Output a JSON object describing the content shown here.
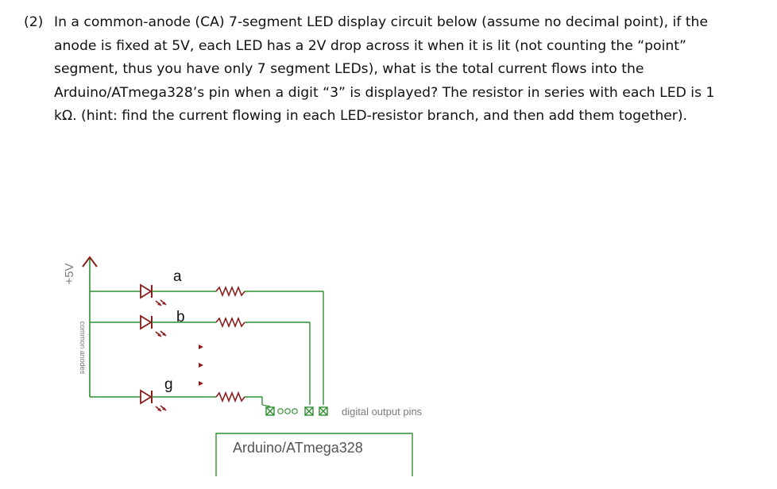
{
  "question": {
    "number": "(2)",
    "lines": [
      "In a common-anode (CA) 7-segment LED display circuit below (assume no decimal point), if the",
      "anode is fixed at 5V, each LED has a 2V drop across it when it is lit (not counting the “point”",
      "segment, thus you have only 7 segment LEDs), what is the total current flows into the",
      "Arduino/ATmega328’s pin when a digit “3” is displayed? The resistor in series with each LED is 1",
      "kΩ.  (hint: find the current flowing in each LED-resistor branch, and then add them together)."
    ]
  },
  "diagram": {
    "supply_label": "+5V",
    "common_anodes_label": "common anodes",
    "segments": {
      "a": "a",
      "b": "b",
      "g": "g"
    },
    "pins_label": "digital output pins",
    "mcu_label": "Arduino/ATmega328",
    "colors": {
      "wire": "#8c1c1c",
      "component": "#8c1c1c",
      "green_wire": "#2f8f2f",
      "label": "#7a7a7a",
      "mcu_text": "#555555"
    }
  }
}
